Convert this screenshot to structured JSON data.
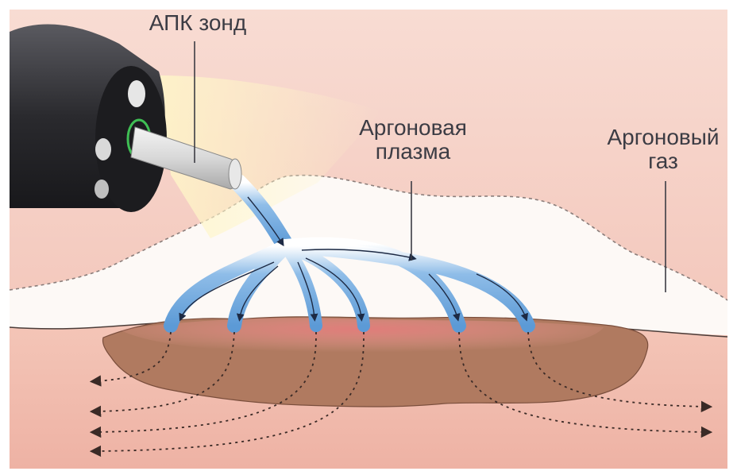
{
  "labels": {
    "probe": "АПК зонд",
    "plasma_line1": "Аргоновая",
    "plasma_line2": "плазма",
    "gas_line1": "Аргоновый",
    "gas_line2": "газ"
  },
  "colors": {
    "tissue_top": "#f4c9bd",
    "tissue_bottom": "#efb4a6",
    "gas_cloud": "#fdf9f6",
    "lesion": "#b07a60",
    "plasma": "#6fa9df",
    "probe_body": "#2f2f33",
    "probe_tip": "#dcdcdc",
    "glow": "#fdf3c2",
    "current_lines": "#3a2a26"
  }
}
